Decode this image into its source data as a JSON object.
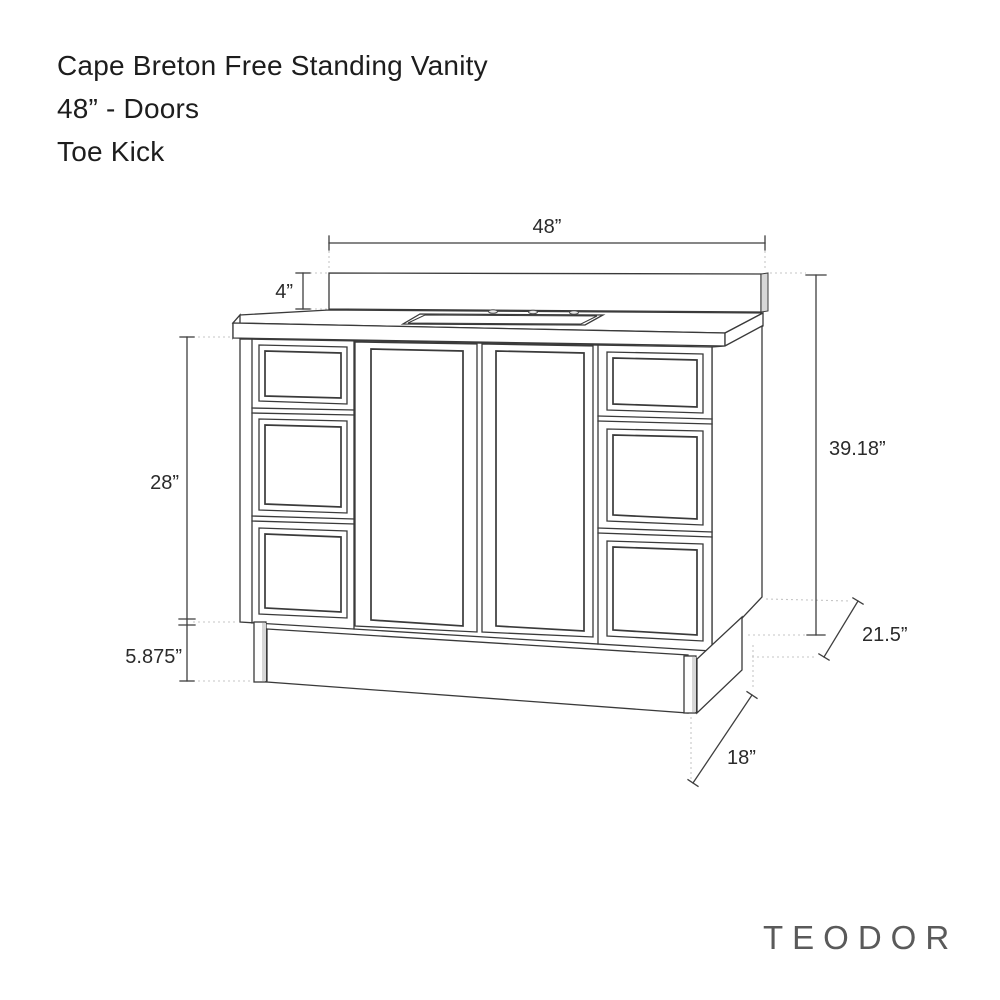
{
  "title": {
    "line1": "Cape Breton Free Standing Vanity",
    "line2": "48” - Doors",
    "line3": "Toe Kick"
  },
  "brand": "TEODOR",
  "dims": {
    "width": "48”",
    "backsplash": "4”",
    "cabinet": "28”",
    "toekick": "5.875”",
    "overall": "39.18”",
    "depth_top": "21.5”",
    "depth_floor": "18”"
  },
  "colors": {
    "background": "#ffffff",
    "line": "#3a3a3a",
    "reference_dotted": "#c6c6c6",
    "text": "#1d1d1d",
    "brand_text": "#5a5a5a"
  }
}
